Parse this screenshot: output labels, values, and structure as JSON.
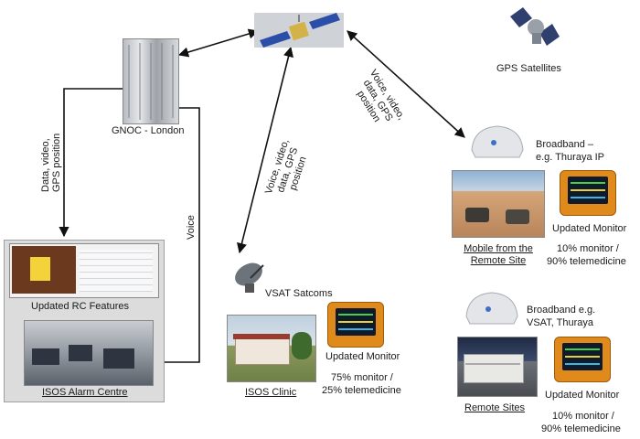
{
  "nodes": {
    "gnoc": {
      "label": "GNOC - London"
    },
    "gps_satellites": {
      "label": "GPS Satellites"
    },
    "vsat": {
      "label": "VSAT Satcoms"
    },
    "rc_features": {
      "label": "Updated RC Features"
    },
    "alarm_centre": {
      "label": "ISOS Alarm Centre"
    },
    "isos_clinic": {
      "label": "ISOS Clinic"
    },
    "clinic_monitor": {
      "label": "Updated Monitor",
      "split_line1": "75% monitor /",
      "split_line2": "25% telemedicine"
    },
    "broadband_ip": {
      "label_line1": "Broadband –",
      "label_line2": "e.g. Thuraya IP"
    },
    "mobile_site": {
      "label_line1": "Mobile from the",
      "label_line2": "Remote Site"
    },
    "mobile_monitor": {
      "label": "Updated Monitor",
      "split_line1": "10% monitor /",
      "split_line2": "90% telemedicine"
    },
    "broadband_vsat": {
      "label_line1": "Broadband e.g.",
      "label_line2": "VSAT, Thuraya"
    },
    "remote_sites": {
      "label": "Remote Sites"
    },
    "remote_monitor": {
      "label": "Updated Monitor",
      "split_line1": "10% monitor /",
      "split_line2": "90% telemedicine"
    }
  },
  "links": {
    "gnoc_to_rc": {
      "line1": "Data, video,",
      "line2": "GPS position"
    },
    "alarm_to_gnoc": {
      "label": "Voice"
    },
    "sat_to_vsat": {
      "line1": "Voice, video,",
      "line2": "data, GPS",
      "line3": "position"
    },
    "sat_to_remote": {
      "line1": "Voice, video,",
      "line2": "data, GPS",
      "line3": "position"
    }
  },
  "colors": {
    "arrow": "#111111",
    "monitor": "#e08a1c",
    "panel": "#dcdcdc",
    "satellite_panel": "#2b4fa8"
  }
}
